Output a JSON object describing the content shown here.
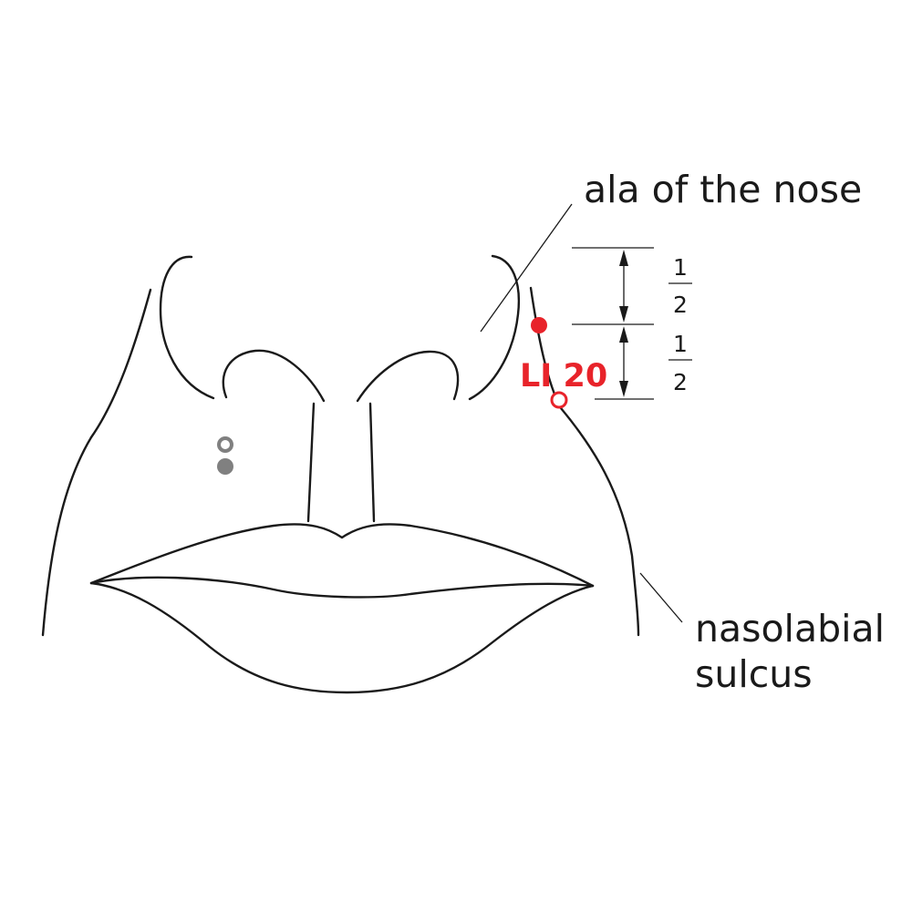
{
  "labels": {
    "ala": "ala of the nose",
    "nasolabial_line1": "nasolabial",
    "nasolabial_line2": "sulcus",
    "point": "LI 20"
  },
  "fractions": [
    {
      "numerator": "1",
      "denominator": "2"
    },
    {
      "numerator": "1",
      "denominator": "2"
    }
  ],
  "colors": {
    "point": "#e8232a",
    "mirror_point": "#808080",
    "line": "#1a1a1a"
  }
}
